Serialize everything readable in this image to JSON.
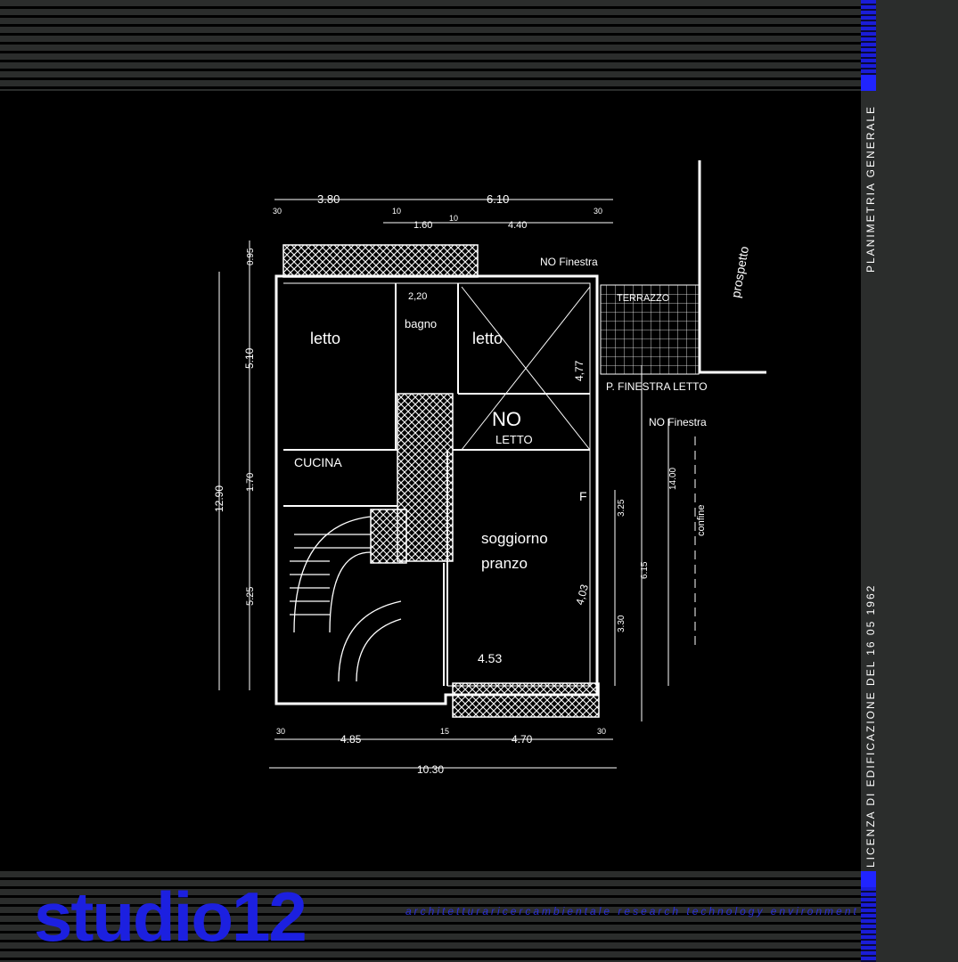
{
  "sidebar": {
    "title": "PLANIMETRIA GENERALE",
    "licence": "LICENZA DI EDIFICAZIONE DEL 16 05 1962"
  },
  "brand": {
    "logo": "studio12",
    "tagline": "architetturaricercambientale research technology environment",
    "color": "#1c20e0"
  },
  "plan": {
    "rooms": {
      "letto_left": "letto",
      "bagno": "bagno",
      "letto_right": "letto",
      "cucina": "CUCINA",
      "letto_center": "LETTO",
      "no_mark": "NO",
      "soggiorno": "soggiorno",
      "pranzo": "pranzo",
      "terrazzo": "TERRAZZO"
    },
    "notes": {
      "no_finestra_top": "NO Finestra",
      "p_finestra_letto": "P. FINESTRA LETTO",
      "no_finestra_right": "NO Finestra",
      "prospetto": "prospetto",
      "confine": "confine",
      "f_mark": "F"
    },
    "dimensions": {
      "top_left": "3.80",
      "top_right": "6.10",
      "top_sub_left": "1.60",
      "top_sub_right": "4.40",
      "top_30a": "30",
      "top_10a": "10",
      "top_10b": "10",
      "top_30b": "30",
      "bagno_width": "2,20",
      "left_total": "12.90",
      "left_510": "5.10",
      "left_170": "1.70",
      "left_525": "5.25",
      "left_095": "0.95",
      "right_477": "4,77",
      "right_403": "4,03",
      "soggiorno_width": "4.53",
      "right_325": "3.25",
      "right_330": "3.30",
      "right_615": "6.15",
      "right_1400": "14.00",
      "bottom_left": "4.85",
      "bottom_right": "4.70",
      "bottom_total": "10.30",
      "bottom_30": "30",
      "bottom_15": "15",
      "bottom_30b": "30"
    }
  }
}
